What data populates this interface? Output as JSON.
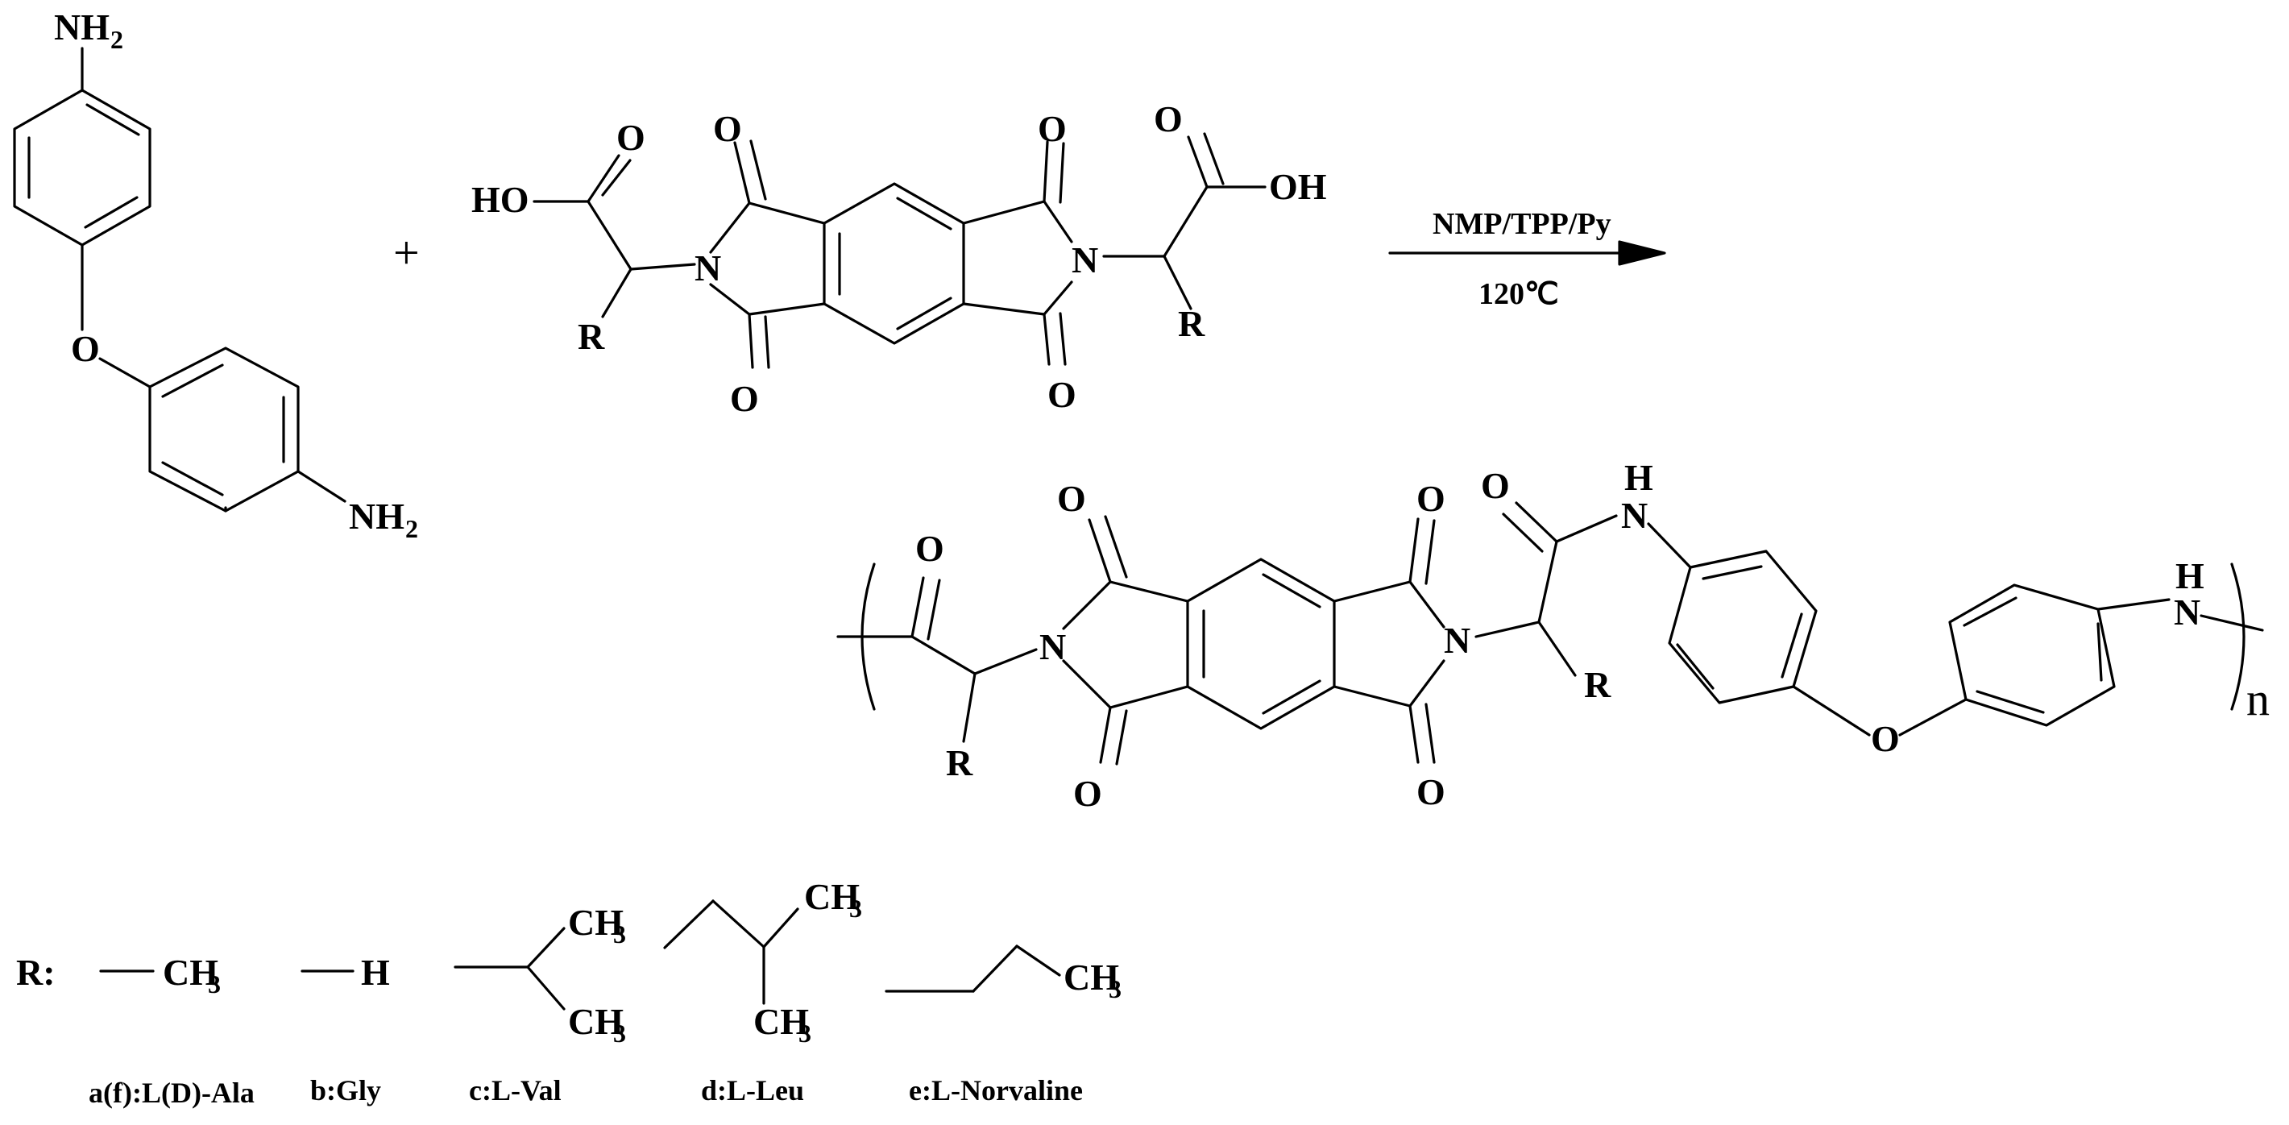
{
  "atoms": {
    "nh": "NH",
    "two": "2",
    "o": "O",
    "n": "N",
    "ho": "HO",
    "oh": "OH",
    "r": "R",
    "h": "H",
    "ch": "CH",
    "three": "3"
  },
  "plus": "+",
  "reaction": {
    "reagents": "NMP/TPP/Py",
    "temperature": "120℃"
  },
  "polymer": {
    "repeat_unit": "n"
  },
  "r_groups": {
    "prefix": "R:",
    "items": [
      {
        "label": "a(f):L(D)-Ala"
      },
      {
        "label": "b:Gly"
      },
      {
        "label": "c:L-Val"
      },
      {
        "label": "d:L-Leu"
      },
      {
        "label": "e:L-Norvaline"
      }
    ]
  }
}
